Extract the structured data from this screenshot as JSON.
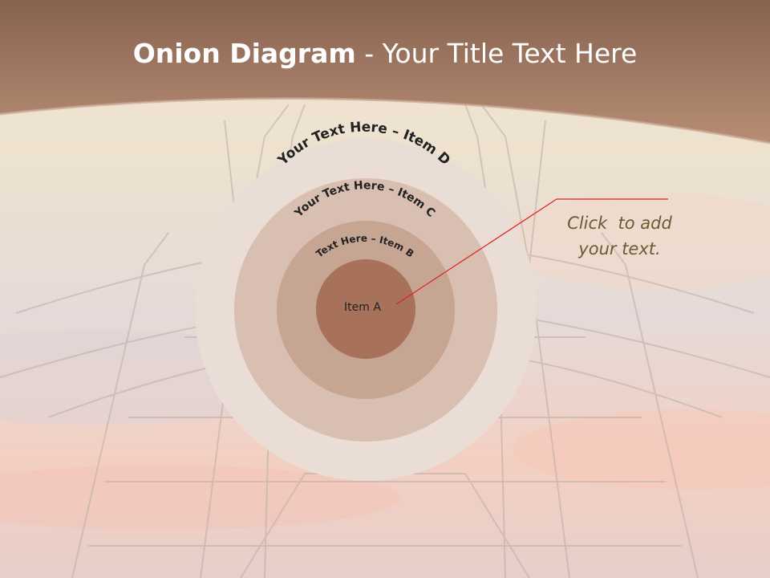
{
  "title": {
    "bold": "Onion Diagram",
    "rest": " - Your Title Text Here"
  },
  "onion": {
    "layers": [
      {
        "id": "d",
        "label": "Your Text Here – Item D",
        "fill": "#eaddd5"
      },
      {
        "id": "c",
        "label": "Your Text Here – Item C",
        "fill": "#d8bfb1"
      },
      {
        "id": "b",
        "label": "Text Here – Item B",
        "fill": "#c7a593"
      },
      {
        "id": "a",
        "label": "Item A",
        "fill": "#a8715a"
      }
    ]
  },
  "callout": {
    "line1": "Click  to add",
    "line2": "your text.",
    "line_color": "#e02020"
  },
  "colors": {
    "header": "#a77d66",
    "text_dark": "#222222",
    "callout_text": "#6b5a33"
  }
}
